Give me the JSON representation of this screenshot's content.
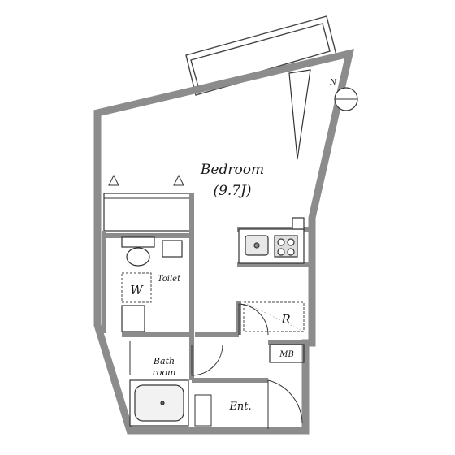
{
  "rooms": {
    "bedroom": {
      "label": "Bedroom",
      "area": "(9.7J)"
    },
    "toilet": {
      "label": "Toilet"
    },
    "washer": {
      "label": "W"
    },
    "refrigerator": {
      "label": "R"
    },
    "meter_box": {
      "label": "MB"
    },
    "bathroom": {
      "line1": "Bath",
      "line2": "room"
    },
    "entrance": {
      "label": "Ent."
    }
  },
  "compass": {
    "north_label": "N"
  },
  "colors": {
    "wall": "#8c8c8c",
    "line": "#333333",
    "background": "#ffffff"
  }
}
